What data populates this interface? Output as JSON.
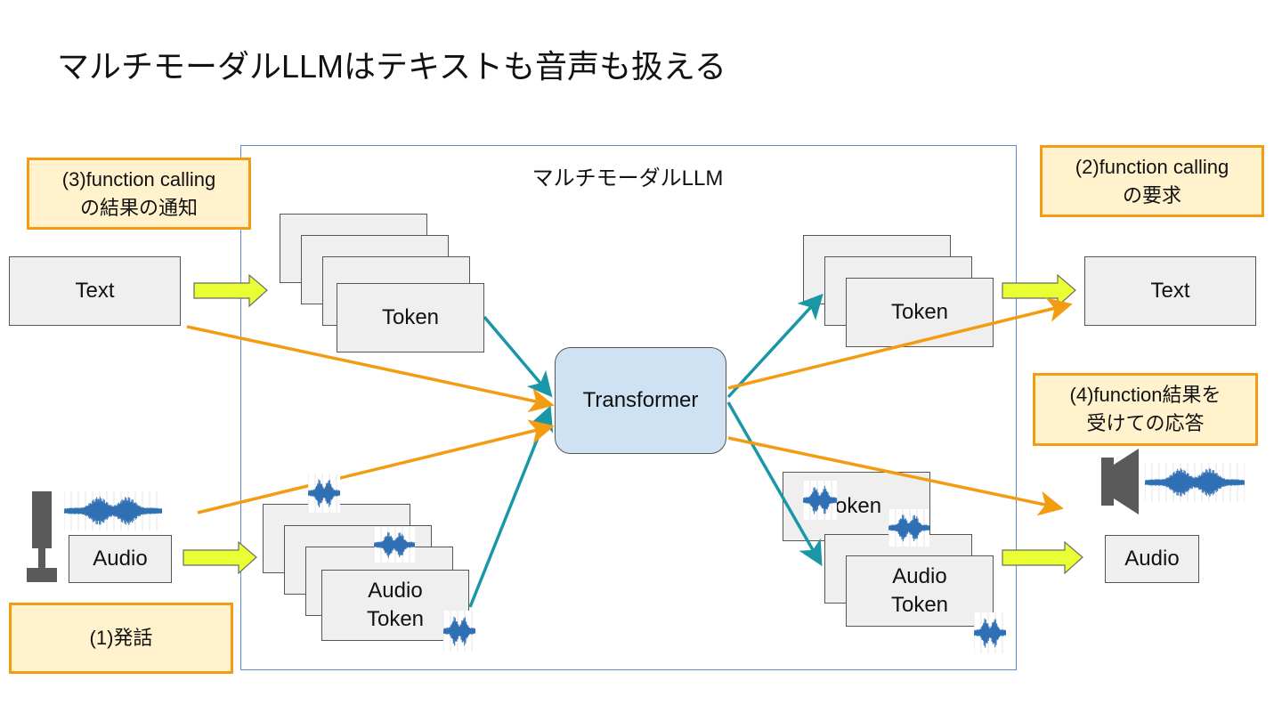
{
  "title": "マルチモーダルLLMはテキストも音声も扱える",
  "llm_label": "マルチモーダルLLM",
  "transformer": "Transformer",
  "input": {
    "text": "Text",
    "audio": "Audio"
  },
  "output": {
    "text": "Text",
    "audio": "Audio"
  },
  "input_tokens": {
    "token": "Token",
    "audio_token_l1": "Audio",
    "audio_token_l2": "Token"
  },
  "output_tokens": {
    "token": "Token",
    "audio_token_top": "Token",
    "audio_token_l1": "Audio",
    "audio_token_l2": "Token"
  },
  "notes": {
    "speech": "(1)発話",
    "fc_request_l1": "(2)function calling",
    "fc_request_l2": "の要求",
    "fc_result_l1": "(3)function calling",
    "fc_result_l2": "の結果の通知",
    "response_l1": "(4)function結果を",
    "response_l2": "受けての応答"
  },
  "colors": {
    "teal": "#1a97a6",
    "orange": "#f39c12",
    "lime": "#eaff33",
    "frame": "#5b8fd0",
    "transformer_fill": "#cfe2f3",
    "note_fill": "#fff2cc"
  },
  "icons": [
    "microphone-icon",
    "speaker-icon",
    "waveform-icon"
  ]
}
